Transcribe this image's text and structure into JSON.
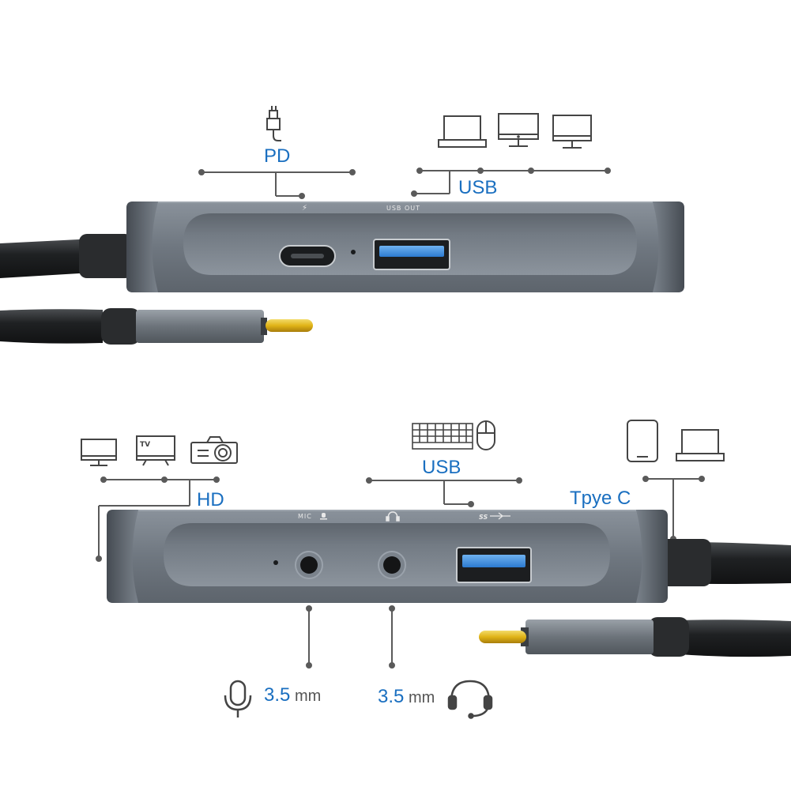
{
  "colors": {
    "label_blue": "#1a6fc0",
    "line_gray": "#5a5a5a",
    "hub_body": "#7d858f",
    "hub_dark": "#525961",
    "cable": "#26282a",
    "usb_blue": "#3f8fe0",
    "gold": "#e6b820"
  },
  "top_hub": {
    "labels": {
      "pd": "PD",
      "usb": "USB"
    },
    "port_marks": {
      "bolt": "⚡",
      "usb_out": "USB OUT"
    },
    "icons": [
      "usb-c-plug-icon",
      "laptop-icon",
      "monitor-icon",
      "monitor-icon"
    ]
  },
  "bottom_hub": {
    "labels": {
      "hd": "HD",
      "usb": "USB",
      "type_c": "Tpye C",
      "mic_size": "3.5",
      "mic_unit": "mm",
      "audio_size": "3.5",
      "audio_unit": "mm"
    },
    "port_marks": {
      "mic": "MIC",
      "usb3": "SS"
    },
    "icons": [
      "monitor-icon",
      "tv-icon",
      "projector-icon",
      "keyboard-icon",
      "mouse-icon",
      "tablet-icon",
      "laptop-icon",
      "microphone-icon",
      "headset-icon"
    ],
    "tv_icon_text": "TV"
  }
}
